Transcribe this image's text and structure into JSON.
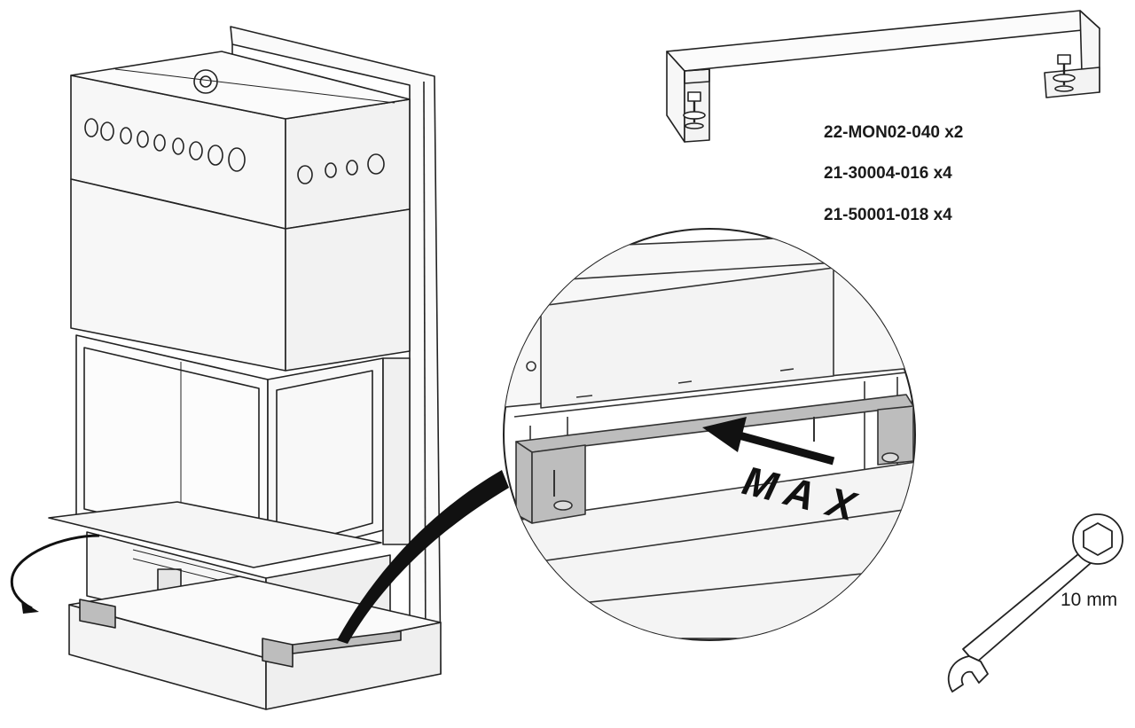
{
  "parts": [
    {
      "code": "22-MON02-040 x2"
    },
    {
      "code": "21-30004-016 x4"
    },
    {
      "code": "21-50001-018 x4"
    }
  ],
  "detail": {
    "max_letters": [
      "M",
      "A",
      "X"
    ]
  },
  "tool": {
    "wrench_size": "10 mm"
  },
  "icons": [
    "rotate-arrow-icon",
    "pointer-arrow-icon",
    "wrench-icon",
    "bracket-icon"
  ],
  "colors": {
    "line": "#222222",
    "highlight": "#bdbdbd",
    "panel": "#f4f4f4"
  }
}
